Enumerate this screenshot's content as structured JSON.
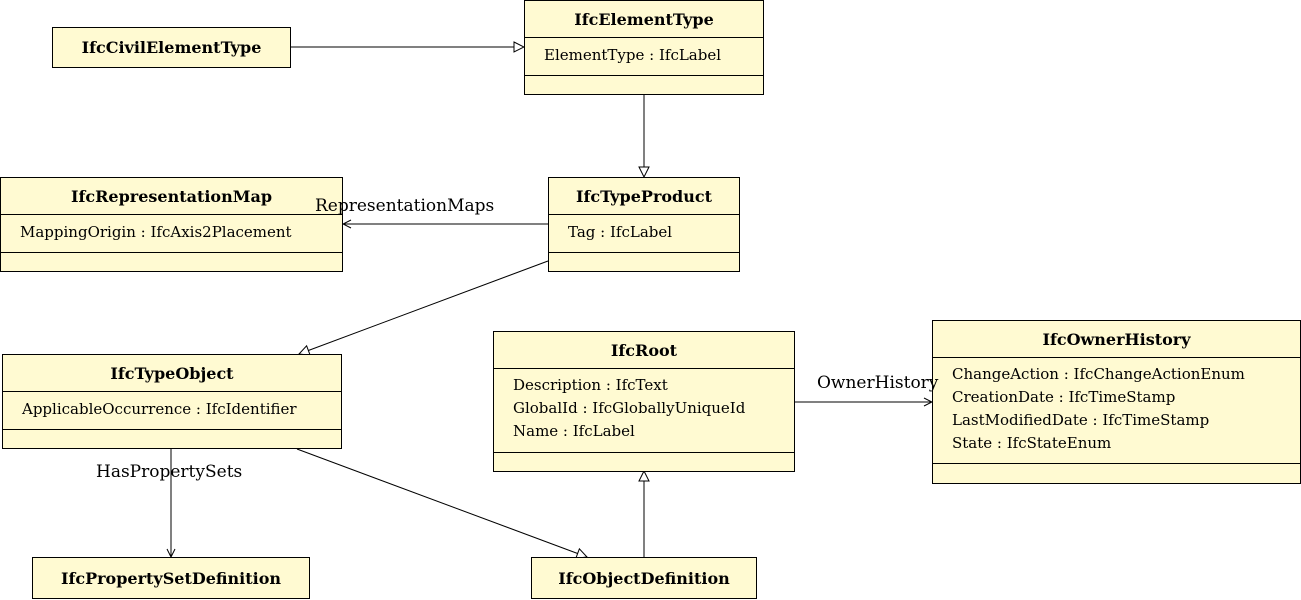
{
  "classes": {
    "civil_element_type": {
      "name": "IfcCivilElementType"
    },
    "element_type": {
      "name": "IfcElementType",
      "attrs": [
        "ElementType : IfcLabel"
      ]
    },
    "representation_map": {
      "name": "IfcRepresentationMap",
      "attrs": [
        "MappingOrigin : IfcAxis2Placement"
      ]
    },
    "type_product": {
      "name": "IfcTypeProduct",
      "attrs": [
        "Tag : IfcLabel"
      ]
    },
    "type_object": {
      "name": "IfcTypeObject",
      "attrs": [
        "ApplicableOccurrence : IfcIdentifier"
      ]
    },
    "root": {
      "name": "IfcRoot",
      "attrs": [
        "Description : IfcText",
        "GlobalId : IfcGloballyUniqueId",
        "Name : IfcLabel"
      ]
    },
    "owner_history": {
      "name": "IfcOwnerHistory",
      "attrs": [
        "ChangeAction : IfcChangeActionEnum",
        "CreationDate : IfcTimeStamp",
        "LastModifiedDate : IfcTimeStamp",
        "State : IfcStateEnum"
      ]
    },
    "property_set_definition": {
      "name": "IfcPropertySetDefinition"
    },
    "object_definition": {
      "name": "IfcObjectDefinition"
    }
  },
  "associations": {
    "representation_maps": "RepresentationMaps",
    "owner_history": "OwnerHistory",
    "has_property_sets": "HasPropertySets"
  }
}
